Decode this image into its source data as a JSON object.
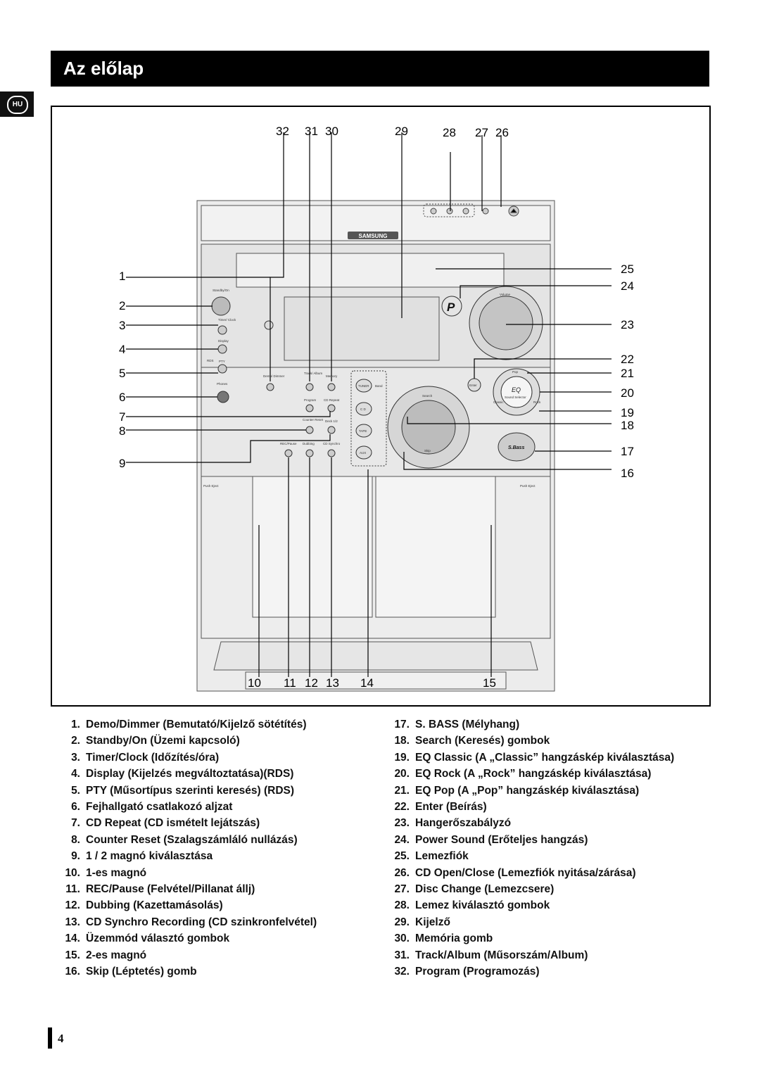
{
  "header": {
    "title": "Az előlap",
    "language_badge": "HU"
  },
  "figure": {
    "callouts": {
      "c1": "1",
      "c2": "2",
      "c3": "3",
      "c4": "4",
      "c5": "5",
      "c6": "6",
      "c7": "7",
      "c8": "8",
      "c9": "9",
      "c10": "10",
      "c11": "11",
      "c12": "12",
      "c13": "13",
      "c14": "14",
      "c15": "15",
      "c16": "16",
      "c17": "17",
      "c18": "18",
      "c19": "19",
      "c20": "20",
      "c21": "21",
      "c22": "22",
      "c23": "23",
      "c24": "24",
      "c25": "25",
      "c26": "26",
      "c27": "27",
      "c28": "28",
      "c29": "29",
      "c30": "30",
      "c31": "31",
      "c32": "32"
    },
    "device_labels": {
      "brand": "SAMSUNG",
      "standby": "Standby/On",
      "timer": "Timer/ Clock",
      "display": "Display",
      "rds": "RDS",
      "pty": "PTY",
      "phones": "Phones",
      "demo": "Demo/ Dimmer",
      "track": "Track/ Album",
      "memory": "Memory",
      "program": "Program",
      "cd_repeat": "CD Repeat",
      "counter_reset": "Counter Reset",
      "deck": "Deck 1/2",
      "rec_pause": "REC/Pause",
      "dubbing": "Dubbing",
      "cd_synchro": "CD Synchro",
      "tuner": "TUNER",
      "band": "Band",
      "cd": "C D",
      "tape": "TAPE",
      "aux": "AUX",
      "volume": "Volume",
      "enter": "Enter",
      "eq": "EQ",
      "sound_selector": "Sound Selector",
      "pop": "Pop",
      "rock": "Rock",
      "classic": "Classic",
      "search": "Search",
      "skip": "Skip",
      "sbass": "S.Bass",
      "push_eject": "Push Eject",
      "power_sound": "P"
    }
  },
  "legend": {
    "left": [
      {
        "num": "1.",
        "text": "Demo/Dimmer (Bemutató/Kijelző sötétítés)"
      },
      {
        "num": "2.",
        "text": "Standby/On (Üzemi kapcsoló)"
      },
      {
        "num": "3.",
        "text": "Timer/Clock (Időzítés/óra)"
      },
      {
        "num": "4.",
        "text": "Display (Kijelzés megváltoztatása)(RDS)"
      },
      {
        "num": "5.",
        "text": "PTY  (Műsortípus szerinti keresés) (RDS)"
      },
      {
        "num": "6.",
        "text": "Fejhallgató csatlakozó aljzat"
      },
      {
        "num": "7.",
        "text": "CD Repeat (CD ismételt lejátszás)"
      },
      {
        "num": "8.",
        "text": "Counter Reset (Szalagszámláló nullázás)"
      },
      {
        "num": "9.",
        "text": "1 / 2 magnó kiválasztása"
      },
      {
        "num": "10.",
        "text": "1-es magnó"
      },
      {
        "num": "11.",
        "text": "REC/Pause (Felvétel/Pillanat állj)"
      },
      {
        "num": "12.",
        "text": "Dubbing (Kazettamásolás)"
      },
      {
        "num": "13.",
        "text": "CD Synchro Recording (CD szinkronfelvétel)"
      },
      {
        "num": "14.",
        "text": "Üzemmód választó gombok"
      },
      {
        "num": "15.",
        "text": "2-es magnó"
      },
      {
        "num": "16.",
        "text": "Skip (Léptetés) gomb"
      }
    ],
    "right": [
      {
        "num": "17.",
        "text": "S. BASS (Mélyhang)"
      },
      {
        "num": "18.",
        "text": "Search (Keresés) gombok"
      },
      {
        "num": "19.",
        "text": "EQ Classic (A „Classic” hangzáskép kiválasztása)"
      },
      {
        "num": "20.",
        "text": "EQ Rock (A „Rock” hangzáskép kiválasztása)"
      },
      {
        "num": "21.",
        "text": "EQ Pop (A „Pop” hangzáskép kiválasztása)"
      },
      {
        "num": "22.",
        "text": "Enter (Beírás)"
      },
      {
        "num": "23.",
        "text": "Hangerőszabályzó"
      },
      {
        "num": "24.",
        "text": "Power Sound (Erőteljes hangzás)"
      },
      {
        "num": "25.",
        "text": "Lemezfiók"
      },
      {
        "num": "26.",
        "text": "CD Open/Close (Lemezfiók nyitása/zárása)"
      },
      {
        "num": "27.",
        "text": "Disc Change (Lemezcsere)"
      },
      {
        "num": "28.",
        "text": "Lemez kiválasztó gombok"
      },
      {
        "num": "29.",
        "text": "Kijelző"
      },
      {
        "num": "30.",
        "text": "Memória gomb"
      },
      {
        "num": "31.",
        "text": "Track/Album (Műsorszám/Album)"
      },
      {
        "num": "32.",
        "text": "Program (Programozás)"
      }
    ]
  },
  "footer": {
    "page_number": "4"
  }
}
